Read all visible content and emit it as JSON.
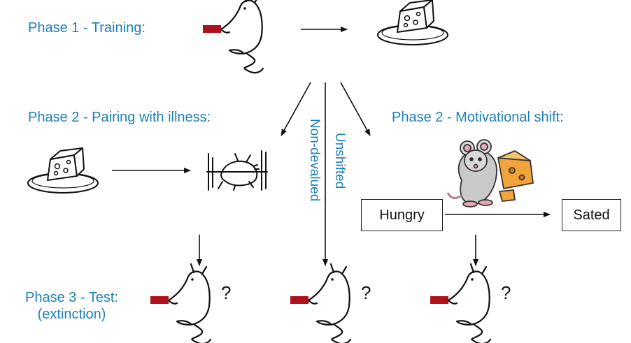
{
  "phases": {
    "p1": "Phase 1 - Training:",
    "p2_illness": "Phase 2 - Pairing with illness:",
    "p2_shift": "Phase 2 - Motivational shift:",
    "p3_line1": "Phase 3 - Test:",
    "p3_line2": "(extinction)"
  },
  "branch_labels": {
    "nondevalued": "Non-devalued",
    "unshifted": "Unshifted"
  },
  "states": {
    "hungry": "Hungry",
    "sated": "Sated"
  },
  "test_marks": [
    "?",
    "?",
    "?"
  ],
  "icons": [
    "rat-pressing-lever-icon",
    "cheese-on-plate-icon",
    "sick-rat-in-cage-icon",
    "rat-with-cheese-icon",
    "arrow-icon"
  ],
  "colors": {
    "text_blue": "#1f7fb8",
    "lever_red": "#b0121b",
    "line": "#111111"
  }
}
